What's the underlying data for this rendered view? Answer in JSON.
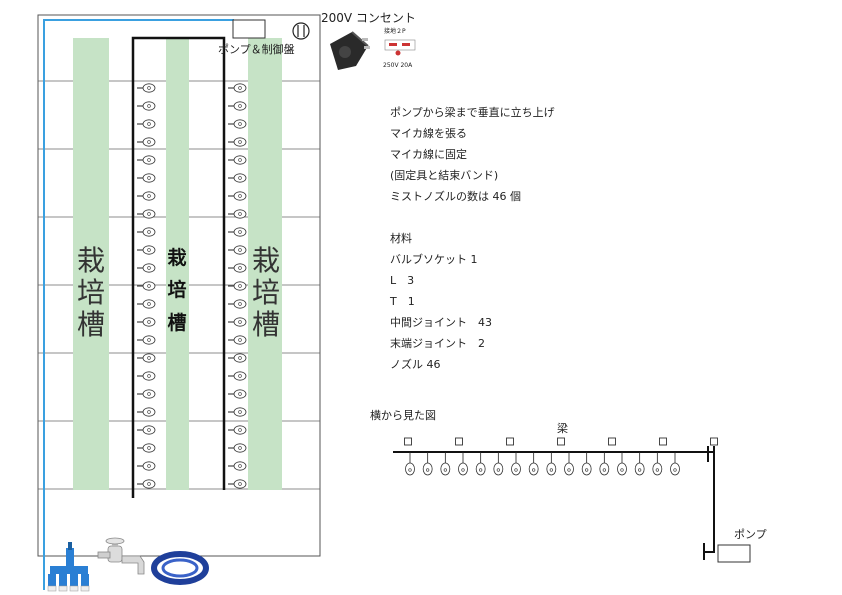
{
  "diagram": {
    "power": {
      "title": "200V コンセント",
      "plug_label_top": "接地２P",
      "plug_label_bottom": "250V 20A"
    },
    "control_panel_label": "ポンプ＆制御盤",
    "tank_label": "栽培槽",
    "steps": [
      "ポンプから梁まで垂直に立ち上げ",
      "マイカ線を張る",
      "マイカ線に固定",
      "(固定具と結束バンド)",
      "ミストノズルの数は 46 個"
    ],
    "materials_title": "材料",
    "materials": [
      "バルブソケット 1",
      "L　3",
      "T　1",
      "中間ジョイント　43",
      "末端ジョイント　2",
      "ノズル 46"
    ],
    "side_view": {
      "title": "横から見た図",
      "beam_label": "梁",
      "pump_label": "ポンプ"
    },
    "nozzle_count": 46,
    "colors": {
      "tank_fill": "#c6e3c6",
      "pipe_blue": "#3aa0e0",
      "line": "#111111",
      "grid": "#555555"
    },
    "icons": [
      "pump-panel-box",
      "outlet-symbol-icon",
      "plug-icon",
      "faucet-icon",
      "hose-reel-icon",
      "manifold-icon",
      "nozzle-icon"
    ]
  }
}
